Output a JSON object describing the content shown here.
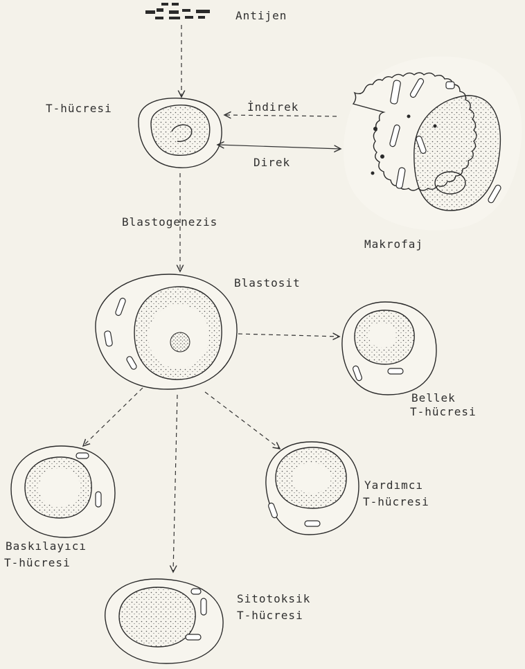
{
  "labels": {
    "antigen": "Antijen",
    "t_cell": "T-hücresi",
    "indirect": "İndirek",
    "direct": "Direk",
    "blastogenesis": "Blastogenezis",
    "macrophage": "Makrofaj",
    "blastocyte": "Blastosit",
    "memory_line1": "Bellek",
    "memory_line2": "T-hücresi",
    "helper_line1": "Yardımcı",
    "helper_line2": "T-hücresi",
    "suppressor_line1": "Baskılayıcı",
    "suppressor_line2": "T-hücresi",
    "cytotoxic_line1": "Sitotoksik",
    "cytotoxic_line2": "T-hücresi"
  }
}
